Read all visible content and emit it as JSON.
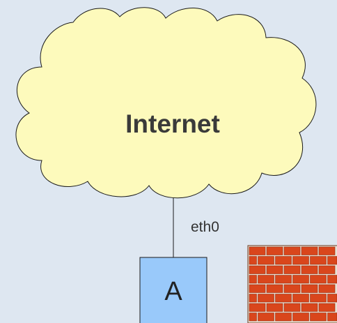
{
  "diagram": {
    "cloud_label": "Internet",
    "link_label": "eth0",
    "host_label": "A"
  },
  "icons": {
    "firewall": "brick-wall-icon"
  },
  "colors": {
    "background": "#dee7f1",
    "cloud_fill": "#fdfabc",
    "host_fill": "#99c9fa",
    "brick": "#d9461c",
    "mortar": "#e8e0d4"
  }
}
